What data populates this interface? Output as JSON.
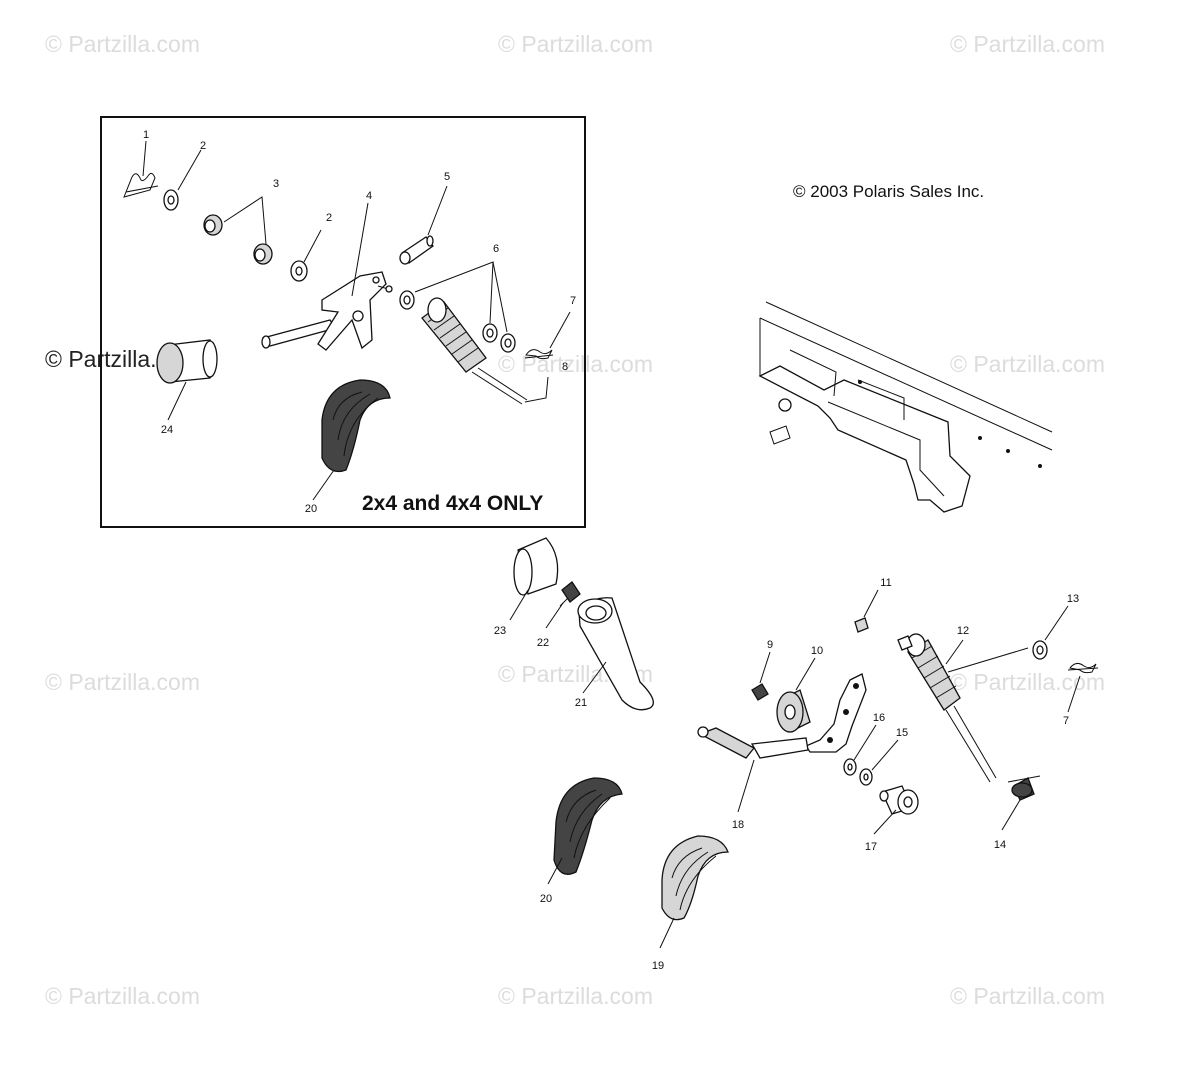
{
  "watermarks": [
    {
      "text": "© Partzilla.com",
      "style": "light"
    },
    {
      "text": "© Partzilla.com",
      "style": "light"
    },
    {
      "text": "© Partzilla.com",
      "style": "light"
    },
    {
      "text": "© Partzilla.com",
      "style": "dark"
    },
    {
      "text": "© Partzilla.com",
      "style": "light"
    },
    {
      "text": "© Partzilla.com",
      "style": "light"
    },
    {
      "text": "© Partzilla.com",
      "style": "light"
    },
    {
      "text": "© Partzilla.com",
      "style": "light"
    },
    {
      "text": "© Partzilla.com",
      "style": "light"
    },
    {
      "text": "© Partzilla.com",
      "style": "light"
    },
    {
      "text": "© Partzilla.com",
      "style": "light"
    },
    {
      "text": "© Partzilla.com",
      "style": "light"
    }
  ],
  "copyright": "© 2003 Polaris Sales Inc.",
  "inset": {
    "label": "2x4 and 4x4 ONLY",
    "callouts": [
      "1",
      "2",
      "3",
      "2",
      "4",
      "5",
      "6",
      "7",
      "8",
      "24",
      "20"
    ]
  },
  "main_callouts": [
    "23",
    "22",
    "21",
    "11",
    "9",
    "10",
    "12",
    "13",
    "7",
    "16",
    "15",
    "18",
    "17",
    "14",
    "20",
    "19"
  ]
}
